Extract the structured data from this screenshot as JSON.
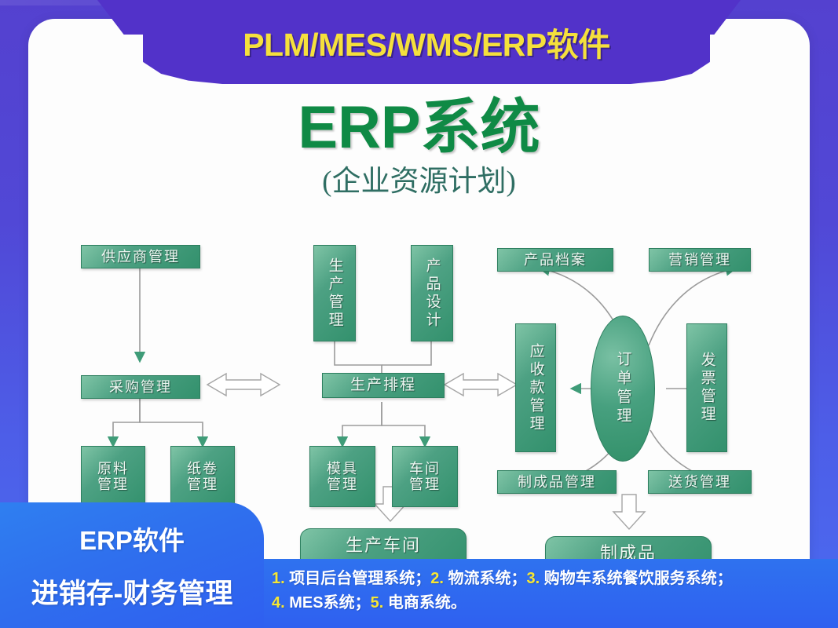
{
  "header": {
    "banner_text": "PLM/MES/WMS/ERP软件",
    "banner_color": "#5232c9",
    "banner_text_color": "#f5e03c"
  },
  "title": {
    "main": "ERP系统",
    "sub": "(企业资源计划)",
    "main_color": "#0f8a45",
    "sub_color": "#2f6e63"
  },
  "diagram": {
    "box_color": "#33916d",
    "nodes": [
      {
        "id": "supplier",
        "label": "供应商管理"
      },
      {
        "id": "purchase",
        "label": "采购管理"
      },
      {
        "id": "material",
        "label": "原料\n管理"
      },
      {
        "id": "paperroll",
        "label": "纸卷\n管理"
      },
      {
        "id": "production",
        "label": "生产管理"
      },
      {
        "id": "productdesign",
        "label": "产品设计"
      },
      {
        "id": "schedule",
        "label": "生产排程"
      },
      {
        "id": "mould",
        "label": "模具\n管理"
      },
      {
        "id": "workshopmgmt",
        "label": "车间\n管理"
      },
      {
        "id": "workshop",
        "label": "生产车间"
      },
      {
        "id": "productfile",
        "label": "产品档案"
      },
      {
        "id": "marketing",
        "label": "营销管理"
      },
      {
        "id": "receivable",
        "label": "应收款管理"
      },
      {
        "id": "order",
        "label": "订单管理"
      },
      {
        "id": "invoice",
        "label": "发票管理"
      },
      {
        "id": "finishedmgmt",
        "label": "制成品管理"
      },
      {
        "id": "delivery",
        "label": "送货管理"
      },
      {
        "id": "finished",
        "label": "制成品"
      }
    ]
  },
  "blue_panel": {
    "line1": "ERP软件",
    "line2": "进销存-财务管理",
    "color": "#2f6fee"
  },
  "footer": {
    "line1": "1. 项目后台管理系统；2. 物流系统；3. 购物车系统餐饮服务系统；",
    "line2": "4. MES系统；5. 电商系统。",
    "number_color": "#f7e733"
  }
}
